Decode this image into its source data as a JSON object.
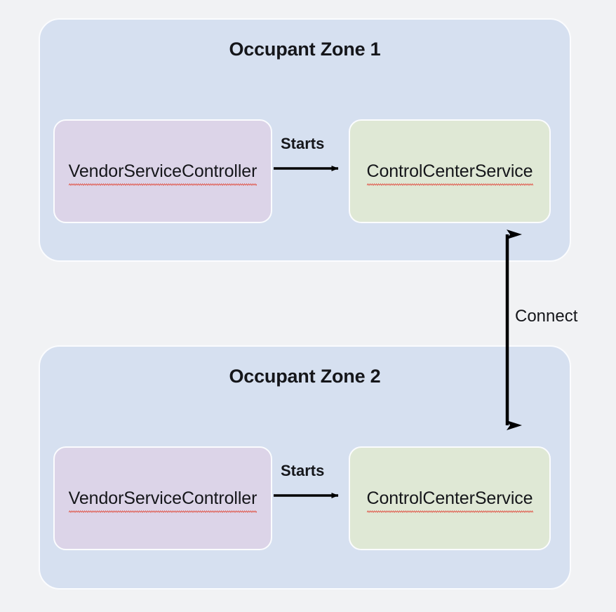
{
  "diagram": {
    "type": "architecture-block-diagram",
    "background_color": "#f1f2f4",
    "zones": [
      {
        "id": "zone-1",
        "title": "Occupant Zone 1",
        "fill_color": "#d6e0f0",
        "nodes": [
          {
            "id": "vendor-1",
            "label": "VendorServiceController",
            "fill_color": "#dcd4e8",
            "spellcheck_underline": true
          },
          {
            "id": "control-1",
            "label": "ControlCenterService",
            "fill_color": "#dfe8d5",
            "spellcheck_underline": true
          }
        ],
        "edge_label": "Starts"
      },
      {
        "id": "zone-2",
        "title": "Occupant Zone 2",
        "fill_color": "#d6e0f0",
        "nodes": [
          {
            "id": "vendor-2",
            "label": "VendorServiceController",
            "fill_color": "#dcd4e8",
            "spellcheck_underline": true
          },
          {
            "id": "control-2",
            "label": "ControlCenterService",
            "fill_color": "#dfe8d5",
            "spellcheck_underline": true
          }
        ],
        "edge_label": "Starts"
      }
    ],
    "edges": [
      {
        "id": "starts-1",
        "from": "vendor-1",
        "to": "control-1",
        "label": "Starts",
        "direction": "one-way",
        "color": "#000000"
      },
      {
        "id": "starts-2",
        "from": "vendor-2",
        "to": "control-2",
        "label": "Starts",
        "direction": "one-way",
        "color": "#000000"
      },
      {
        "id": "connect",
        "from": "control-1",
        "to": "control-2",
        "label": "Connect",
        "direction": "bidirectional",
        "color": "#000000"
      }
    ],
    "cross_zone_label": "Connect"
  }
}
